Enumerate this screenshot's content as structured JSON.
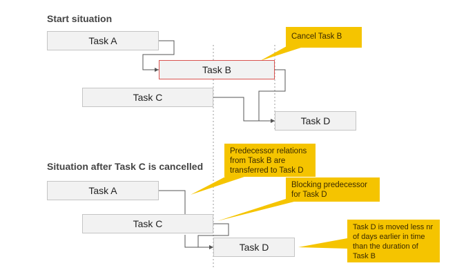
{
  "top": {
    "heading": "Start situation",
    "tasks": [
      "Task A",
      "Task B",
      "Task C",
      "Task D"
    ],
    "callout": "Cancel Task B"
  },
  "bottom": {
    "heading": "Situation after Task C is cancelled",
    "tasks": [
      "Task A",
      "Task C",
      "Task D"
    ],
    "callouts": [
      "Predecessor relations from Task B are transferred to Task D",
      "Blocking predecessor for Task D",
      "Task D is moved less nr of days earlier in time than the duration of Task B"
    ]
  },
  "colors": {
    "task_fill": "#f2f2f2",
    "task_border": "#c4c4c4",
    "cancel_border": "#d9534f",
    "callout_fill": "#f5c400",
    "connector": "#555555"
  }
}
